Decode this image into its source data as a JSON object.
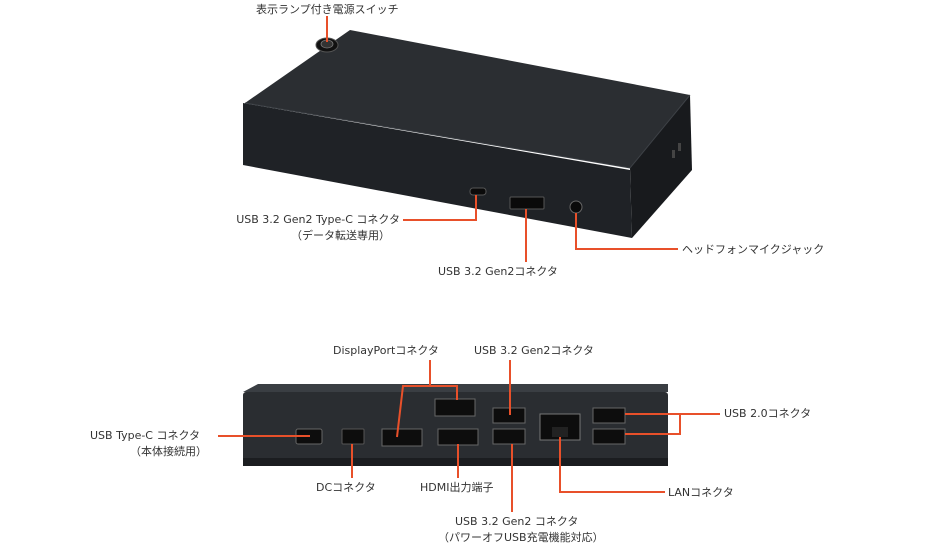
{
  "labels": {
    "power_switch": "表示ランプ付き電源スイッチ",
    "front_usbc_1": "USB 3.2 Gen2 Type-C コネクタ",
    "front_usbc_2": "（データ転送専用）",
    "front_usba": "USB 3.2 Gen2コネクタ",
    "headset": "ヘッドフォンマイクジャック",
    "displayport": "DisplayPortコネクタ",
    "rear_usb32": "USB 3.2 Gen2コネクタ",
    "host_usbc_1": "USB Type-C コネクタ",
    "host_usbc_2": "（本体接続用）",
    "usb20": "USB 2.0コネクタ",
    "dc": "DCコネクタ",
    "hdmi": "HDMI出力端子",
    "lan": "LANコネクタ",
    "rear_charge_1": "USB 3.2 Gen2 コネクタ",
    "rear_charge_2": "（パワーオフUSB充電機能対応）"
  },
  "colors": {
    "leader": "#e8502a",
    "device": "#26292d"
  }
}
